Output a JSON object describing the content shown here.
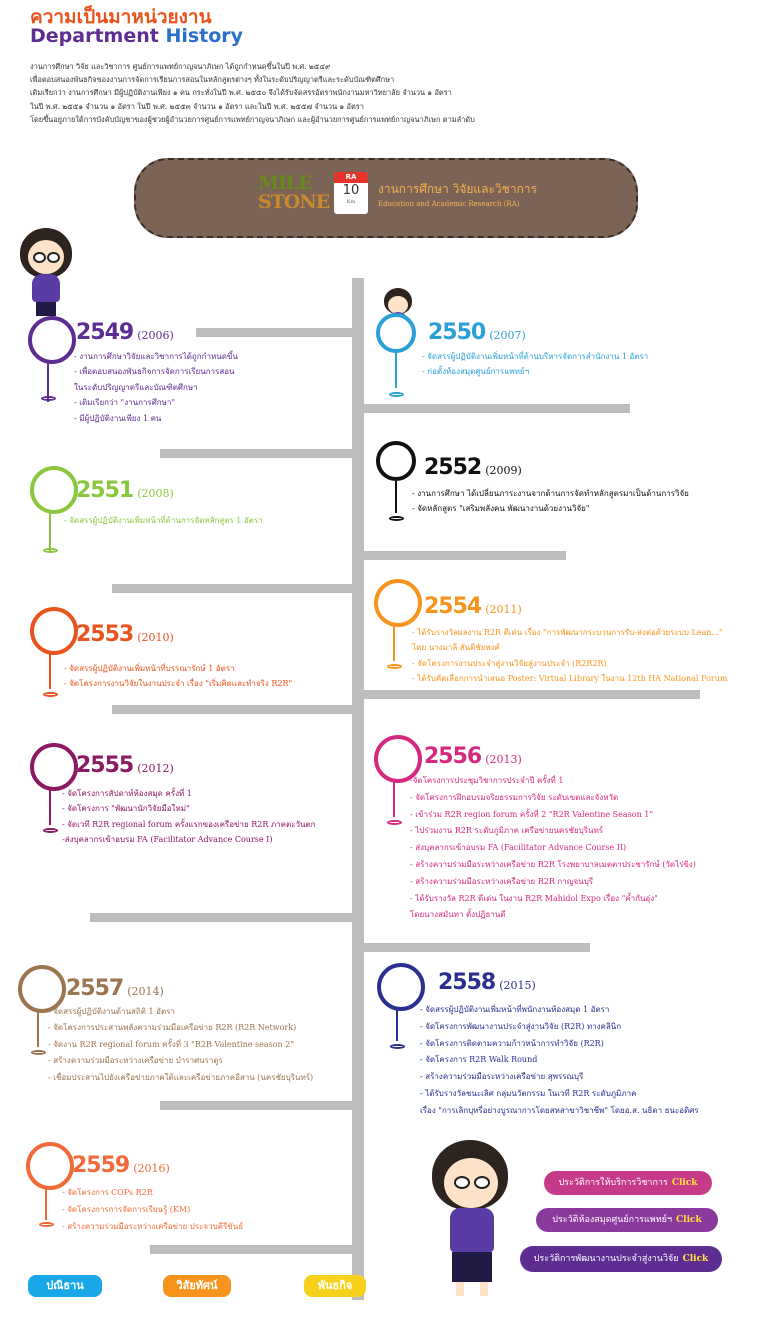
{
  "title_th": "ความเป็นมาหน่วยงาน",
  "title_en": {
    "part1": "Department",
    "part2": "History"
  },
  "intro": [
    "งานการศึกษา วิจัย และวิชาการ ศูนย์การแพทย์กาญจนาภิเษก ได้ถูกกำหนดขึ้นในปี พ.ศ. ๒๕๔๙",
    "เพื่อตอบสนองพันธกิจของงานการจัดการเรียนการสอนในหลักสูตรต่างๆ ทั้งในระดับปริญญาตรีและระดับบัณฑิตศึกษา",
    "เดิมเรียกว่า งานการศึกษา มีผู้ปฏิบัติงานเพียง ๑ คน กระทั่งในปี พ.ศ. ๒๕๕๐ จึงได้รับจัดสรรอัตราพนักงานมหาวิทยาลัย จำนวน ๑ อัตรา",
    "ในปี พ.ศ. ๒๕๕๑ จำนวน ๑ อัตรา ในปี พ.ศ. ๒๕๕๓ จำนวน ๑ อัตรา และในปี พ.ศ. ๒๕๕๗ จำนวน ๑ อัตรา",
    "โดยขึ้นอยู่ภายใต้การบังคับบัญชาของผู้ช่วยผู้อำนวยการศูนย์การแพทย์กาญจนาภิเษก และผู้อำนวยการศูนย์การแพทย์กาญจนาภิเษก ตามลำดับ"
  ],
  "banner": {
    "milestone_top": "MILE",
    "milestone_bottom": "STONE",
    "calendar_tag": "RA",
    "calendar_num": "10",
    "calendar_unit": "Km",
    "title": "งานการศึกษา วิจัยและวิชาการ",
    "subtitle": "Education and Academic Research (RA)"
  },
  "colors": {
    "purple": "#5d2d91",
    "blue": "#2a9fd8",
    "black": "#111111",
    "green": "#8cc63f",
    "orange": "#f7941d",
    "red": "#e8541e",
    "maroon": "#8b1a63",
    "magenta": "#d6287f",
    "brown": "#9a7550",
    "navy": "#2b2f8f",
    "coral": "#f26a3a"
  },
  "entries": [
    {
      "year": "2549",
      "ce": "(2006)",
      "items": [
        "- งานการศึกษาวิจัยและวิชาการได้ถูกกำหนดขึ้น",
        "- เพื่อตอบสนองพันธกิจการจัดการเรียนการสอน",
        "  ในระดับปริญญาตรีและบัณฑิตศึกษา",
        "- เดิมเรียกว่า \"งานการศึกษา\"",
        "- มีผู้ปฏิบัติงานเพียง 1 คน"
      ]
    },
    {
      "year": "2550",
      "ce": "(2007)",
      "items": [
        "- จัดสรรผู้ปฏิบัติงานเพิ่มหน้าที่ด้านบริหารจัดการสำนักงาน 1 อัตรา",
        "- ก่อตั้งห้องสมุดศูนย์การแพทย์ฯ"
      ]
    },
    {
      "year": "2552",
      "ce": "(2009)",
      "items": [
        "- งานการศึกษา ได้เปลี่ยนภาระงานจากด้านการจัดทำหลักสูตรมาเป็นด้านการวิจัย",
        "- จัดหลักสูตร \"เสริมพลังคน พัฒนางานด้วยงานวิจัย\""
      ]
    },
    {
      "year": "2551",
      "ce": "(2008)",
      "items": [
        "- จัดสรรผู้ปฏิบัติงานเพิ่มหน้าที่ด้านการจัดหลักสูตร 1 อัตรา"
      ]
    },
    {
      "year": "2554",
      "ce": "(2011)",
      "items": [
        "- ได้รับรางวัลผลงาน R2R ดีเด่น เรื่อง \"การพัฒนากระบวนการรับ-ส่งต่อด้วยระบบ Lean...\"",
        "  โดย นางมาลี สันติชัยพงศ์",
        "- จัดโครงการงานประจำสู่งานวิจัยสู่งานประจำ (R2R2R)",
        "- ได้รับคัดเลือกการนำเสนอ Poster: Virtual Library ในงาน 12th HA National Forum"
      ]
    },
    {
      "year": "2553",
      "ce": "(2010)",
      "items": [
        "- จัดสรรผู้ปฏิบัติงานเพิ่มหน้าที่บรรณารักษ์ 1 อัตรา",
        "- จัดโครงการงานวิจัยในงานประจำ เรื่อง \"เริ่มคิดและทำจริง R2R\""
      ]
    },
    {
      "year": "2555",
      "ce": "(2012)",
      "items": [
        "- จัดโครงการสัปดาห์ห้องสมุด ครั้งที่ 1",
        "- จัดโครงการ \"พัฒนานักวิจัยมือใหม่\"",
        "- จัดเวที R2R regional forum ครั้งแรกของเครือข่าย R2R ภาคตะวันตก",
        "-ส่งบุคลากรเข้าอบรม FA (Facilitator Advance Course I)"
      ]
    },
    {
      "year": "2556",
      "ce": "(2013)",
      "items": [
        "-จัดโครงการประชุมวิชาการประจำปี ครั้งที่ 1",
        "- จัดโครงการฝึกอบรมจริยธรรมการวิจัย ระดับเขตและจังหวัด",
        "- เข้าร่วม R2R region forum ครั้งที่ 2 \"R2R Valentine Season 1\"",
        "- ไปร่วมงาน R2R ระดับภูมิภาค เครือข่ายนครชัยบุรินทร์",
        "- ส่งบุคลากรเข้าอบรม FA (Facilitator Advance Course II)",
        "- สร้างความร่วมมือระหว่างเครือข่าย R2R โรงพยาบาลเมตตาประชารักษ์ (วัดไร่ขิง)",
        "- สร้างความร่วมมือระหว่างเครือข่าย R2R กาญจนบุรี",
        "- ได้รับรางวัล R2R ดีเด่น ในงาน R2R Mahidol Expo เรื่อง \"ค้ำกันอุ่ง\"",
        "  โดยนางสมันทา ตั้งปฏิธานดี"
      ]
    },
    {
      "year": "2557",
      "ce": "(2014)",
      "items": [
        "- จัดสรรผู้ปฏิบัติงานด้านสถิติ 1 อัตรา",
        "- จัดโครงการประสานพลังความร่วมมือเครือข่าย R2R (R2R Network)",
        "- จัดงาน R2R regional forum ครั้งที่ 3 \"R2R Valentine season 2\"",
        "- สร้างความร่วมมือระหว่างเครือข่าย บำราศนราดูร",
        "- เชื่อมประสานไปยังเครือข่ายภาคใต้และเครือข่ายภาคอีสาน (นครชัยบุรินทร์)"
      ]
    },
    {
      "year": "2558",
      "ce": "(2015)",
      "items": [
        "- จัดสรรผู้ปฏิบัติงานเพิ่มหน้าที่พนักงานห้องสมุด 1 อัตรา",
        "- จัดโครงการพัฒนางานประจำสู่งานวิจัย (R2R) ทางคลินิก",
        "- จัดโครงการติดตามความก้าวหน้าการทำวิจัย (R2R)",
        "- จัดโครงการ R2R Walk Round",
        "- สร้างความร่วมมือระหว่างเครือข่าย สุพรรณบุรี",
        "- ได้รับรางวัลชนะเลิศ กลุ่มนวัตกรรม ในเวที R2R ระดับภูมิภาค",
        "  เรื่อง \"การเลิกบุหรี่อย่างบูรณาการโดยสหสาขาวิชาชีพ\" โดยอ.ส. นธิดา ธนะอดิศร"
      ]
    },
    {
      "year": "2559",
      "ce": "(2016)",
      "items": [
        "- จัดโครงการ COPs R2R",
        "- จัดโครงการการจัดการเรียนรู้ (KM)",
        "- สร้างความร่วมมือระหว่างเครือข่าย ประจวบคีรีขันธ์"
      ]
    }
  ],
  "links": [
    {
      "label": "ประวัติการให้บริการวิชาการ",
      "click": "Click"
    },
    {
      "label": "ประวัติห้องสมุดศูนย์การแพทย์ฯ",
      "click": "Click"
    },
    {
      "label": "ประวัติการพัฒนางานประจำสู่งานวิจัย",
      "click": "Click"
    }
  ],
  "bottom_buttons": [
    {
      "label": "ปณิธาน"
    },
    {
      "label": "วิสัยทัศน์"
    },
    {
      "label": "พันธกิจ"
    }
  ]
}
